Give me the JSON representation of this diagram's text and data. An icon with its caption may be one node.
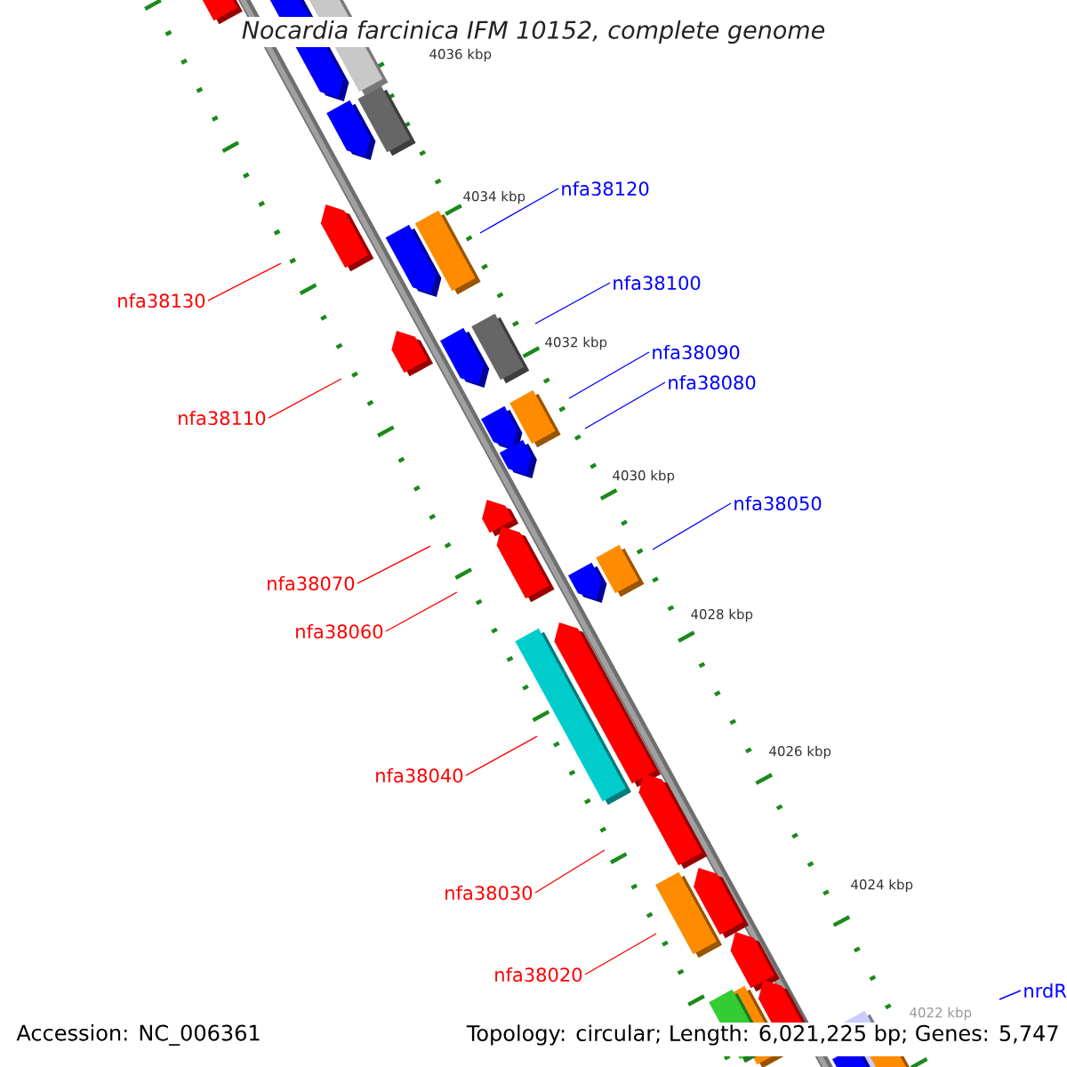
{
  "diagram": {
    "title": "Nocardia farcinica IFM 10152, complete genome",
    "nodes": [
      {
        "text": [
          "nfa38120"
        ]
      },
      {
        "text": [
          "nfa38100"
        ]
      },
      {
        "text": [
          "nfa38130"
        ]
      },
      {
        "text": [
          "nfa38090"
        ]
      },
      {
        "text": [
          "nfa38080"
        ]
      },
      {
        "text": [
          "nfa38110"
        ]
      },
      {
        "text": [
          "nfa38050"
        ]
      },
      {
        "text": [
          "nfa38070"
        ]
      },
      {
        "text": [
          "nfa38060"
        ]
      },
      {
        "text": [
          "nfa38040"
        ]
      },
      {
        "text": [
          "nfa38030"
        ]
      },
      {
        "text": [
          "nfa38020"
        ]
      },
      {
        "text": [
          "nrdR"
        ]
      }
    ],
    "edges": [
      {
        "from": 0,
        "to": null,
        "arrow": "none",
        "color": "#0000ff"
      },
      {
        "from": 1,
        "to": null,
        "arrow": "none",
        "color": "#0000ff"
      },
      {
        "from": 2,
        "to": null,
        "arrow": "none"
      },
      {
        "from": 3,
        "to": null,
        "arrow": "none",
        "color": "#0000ff"
      },
      {
        "from": 4,
        "to": null,
        "arrow": "none",
        "color": "#0000ff"
      },
      {
        "from": 5,
        "to": null,
        "arrow": "none"
      },
      {
        "from": 6,
        "to": null,
        "arrow": "none",
        "color": "#0000ff"
      },
      {
        "from": 7,
        "to": null,
        "arrow": "none"
      },
      {
        "from": 8,
        "to": null,
        "arrow": "none"
      },
      {
        "from": 9,
        "to": null,
        "arrow": "none"
      },
      {
        "from": 10,
        "to": null,
        "arrow": "none"
      },
      {
        "from": 11,
        "to": null,
        "arrow": "none"
      },
      {
        "from": 12,
        "to": null,
        "arrow": "none",
        "color": "#0000ff"
      }
    ],
    "labels": [
      "4036 kbp",
      "4034 kbp",
      "4032 kbp",
      "4030 kbp",
      "4028 kbp",
      "4026 kbp",
      "4024 kbp",
      "4022 kbp",
      "Accession: NC_006361",
      "Topology: circular; Length: 6,021,225 bp; Genes: 5,747"
    ]
  }
}
